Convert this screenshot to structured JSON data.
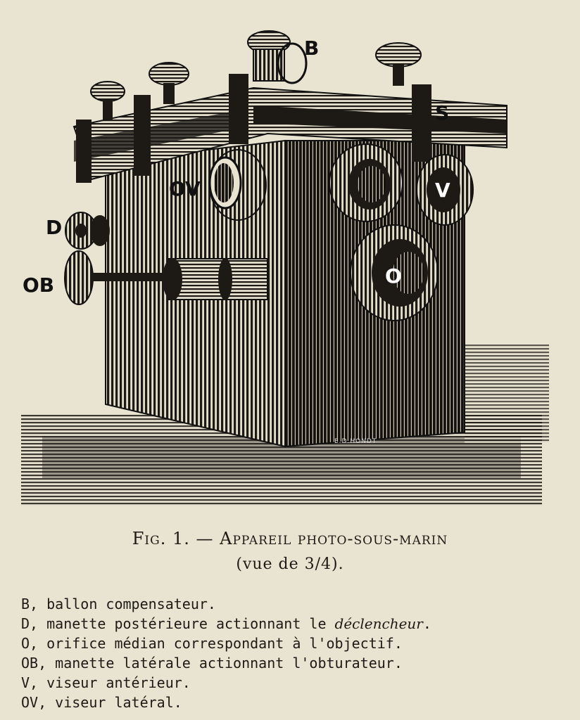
{
  "figure": {
    "labels": {
      "b": "B",
      "s": "S",
      "ov": "OV",
      "v": "V",
      "d": "D",
      "ob": "OB",
      "o": "O"
    },
    "engraver_signature": "E.D.HONDT"
  },
  "caption": {
    "fig_label": "Fig. 1.",
    "dash": "—",
    "title": "Appareil photo-sous-marin",
    "subtitle": "(vue de 3/4)."
  },
  "legend": [
    {
      "key": "B,",
      "text": "ballon compensateur."
    },
    {
      "key": "D,",
      "text": "manette postérieure actionnant le",
      "italic": "déclencheur",
      "end": "."
    },
    {
      "key": "O,",
      "text": "orifice médian correspondant à l'objectif."
    },
    {
      "key": "OB,",
      "text": "manette latérale actionnant l'obturateur."
    },
    {
      "key": "V,",
      "text": "viseur antérieur."
    },
    {
      "key": "OV,",
      "text": "viseur latéral."
    }
  ],
  "colors": {
    "paper": "#e9e4d2",
    "ink": "#1d1a16"
  }
}
